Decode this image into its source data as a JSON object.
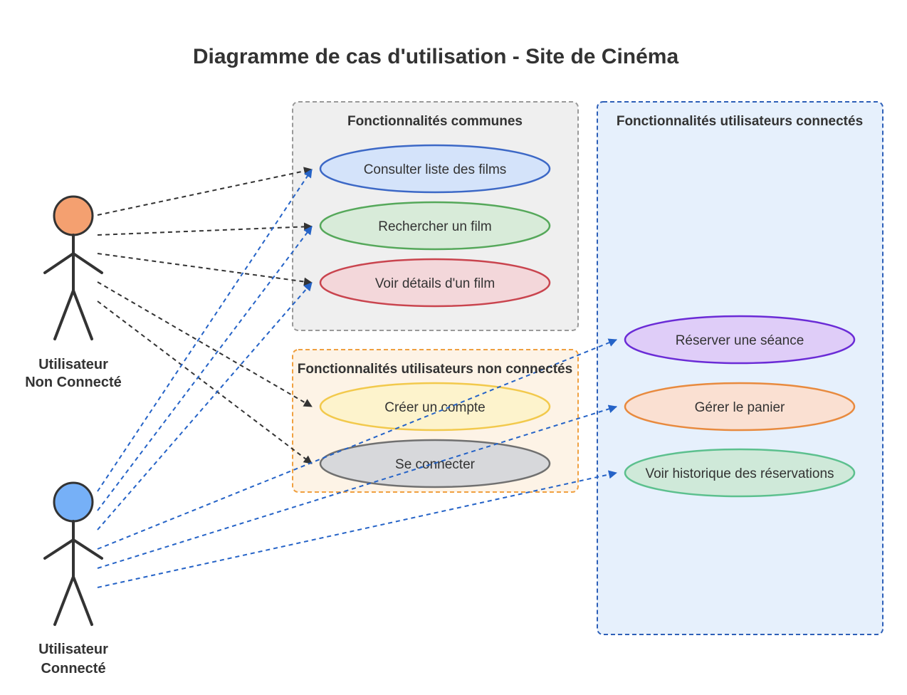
{
  "title": "Diagramme de cas d'utilisation - Site de Cinéma",
  "groups": {
    "common": "Fonctionnalités communes",
    "not_connected": "Fonctionnalités utilisateurs non connectés",
    "connected": "Fonctionnalités utilisateurs connectés"
  },
  "use_cases": {
    "consulter": "Consulter liste des films",
    "rechercher": "Rechercher un film",
    "voir_details": "Voir détails d'un film",
    "creer_compte": "Créer un compte",
    "se_connecter": "Se connecter",
    "reserver": "Réserver une séance",
    "panier": "Gérer le panier",
    "historique": "Voir historique des réservations"
  },
  "actors": {
    "non_connecte": {
      "line1": "Utilisateur",
      "line2": "Non Connecté"
    },
    "connecte": {
      "line1": "Utilisateur",
      "line2": "Connecté"
    }
  },
  "colors": {
    "non_connecte_head": "#f4a070",
    "connecte_head": "#76b0f7",
    "arrow_dark": "#333333",
    "arrow_blue": "#2563c7"
  }
}
